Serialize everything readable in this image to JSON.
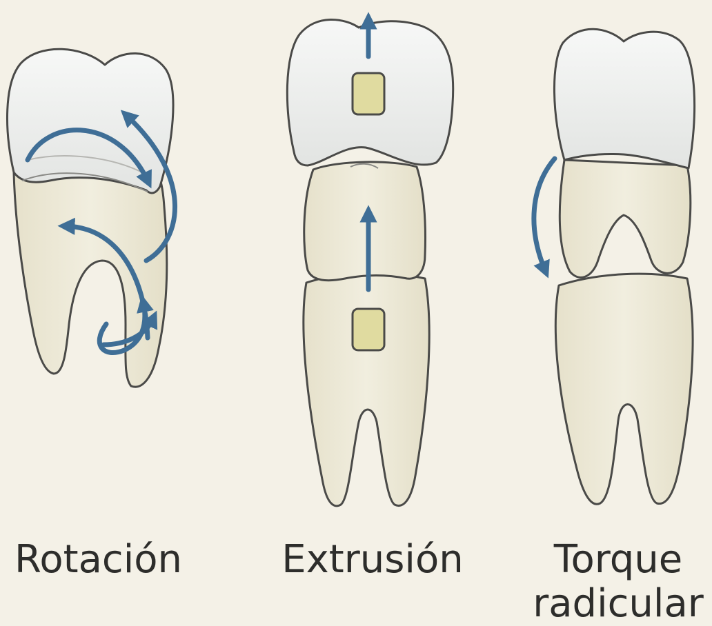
{
  "labels": {
    "rotation": "Rotación",
    "extrusion": "Extrusión",
    "torque_line1": "Torque",
    "torque_line2": "radicular"
  },
  "colors": {
    "background": "#f4f1e7",
    "enamel": "#eef0ef",
    "tooth_body": "#ede9d7",
    "outline": "#4a4a48",
    "arrow": "#3f6e96",
    "bracket": "#e0dba0",
    "text": "#2d2d2b"
  },
  "icons": [
    "rotation-arrows-icon",
    "extrusion-arrows-icon",
    "torque-arrow-icon"
  ]
}
